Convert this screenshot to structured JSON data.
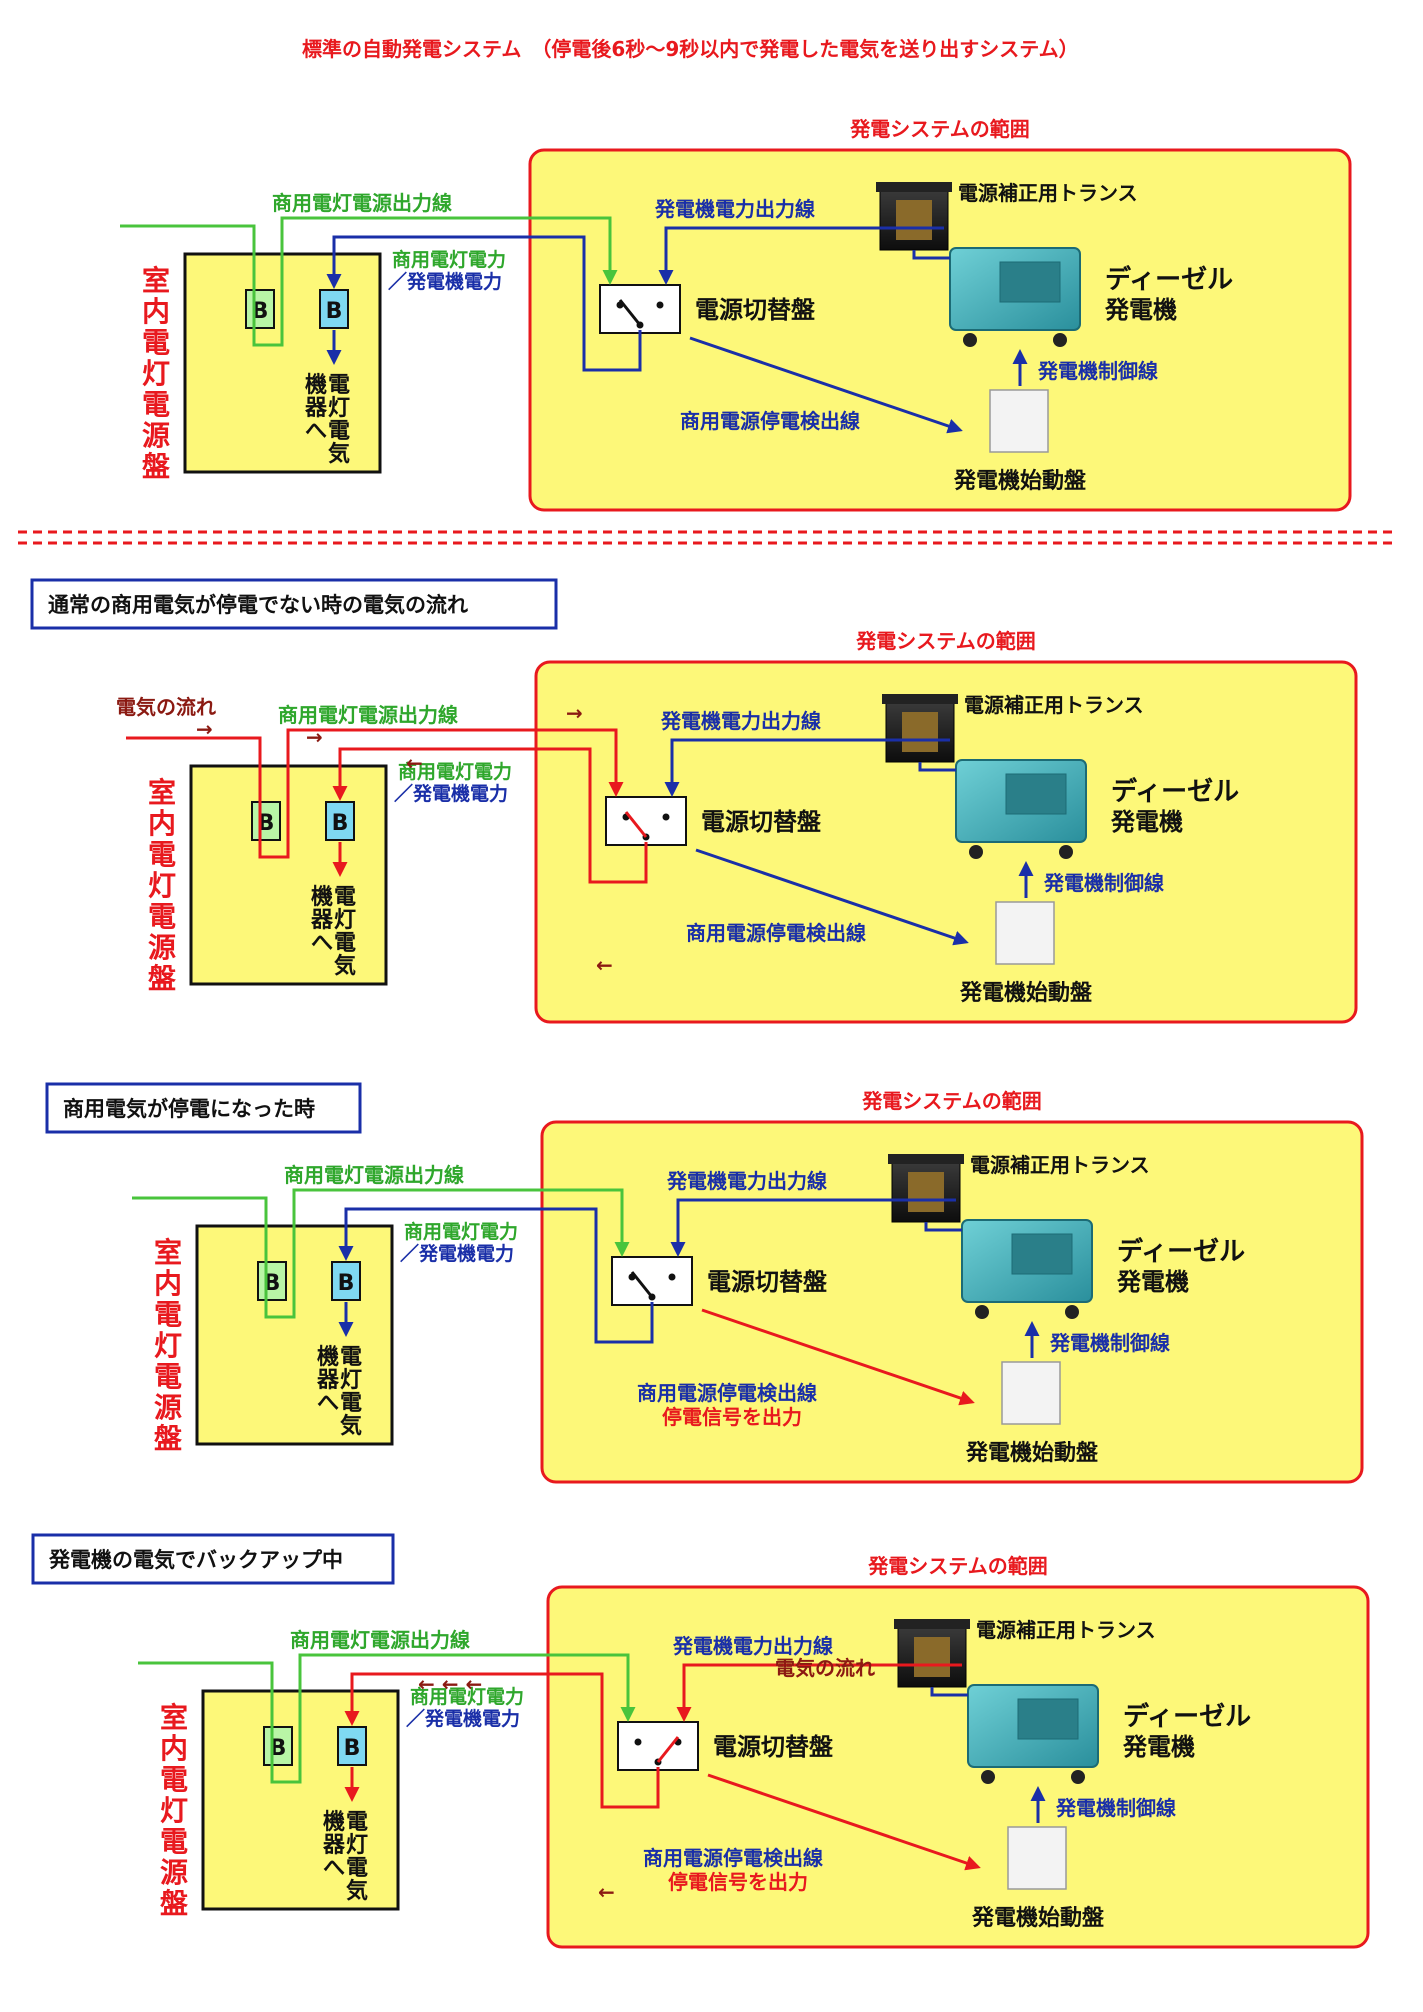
{
  "page_title": "標準の自動発電システム　（停電後6秒～9秒以内で発電した電気を送り出すシステム）",
  "divider_color": "#e8191e",
  "colors": {
    "system_area_fill": "#fdf879",
    "system_area_border": "#e8191e",
    "commercial_line": "#49c43c",
    "generator_line": "#1a2fa8",
    "flow_line": "#e8191e",
    "breaker_green": "#b9f5a6",
    "breaker_blue": "#7fd9f2",
    "generator_body": "#3fb1bb"
  },
  "common": {
    "system_area": "発電システムの範囲",
    "panel_label": "室内電灯電源盤",
    "breaker": "B",
    "to_equipment_col1": "機器へ",
    "to_equipment_col2": "電灯電気",
    "commercial_line": "商用電灯電源出力線",
    "panel_power_line1": "商用電灯電力",
    "panel_power_line2": "／発電機電力",
    "gen_output_line": "発電機電力出力線",
    "transformer": "電源補正用トランス",
    "diesel_line1": "ディーゼル",
    "diesel_line2": "発電機",
    "switch_panel": "電源切替盤",
    "control_line": "発電機制御線",
    "outage_detect_line": "商用電源停電検出線",
    "starter_panel": "発電機始動盤",
    "flow_label": "電気の流れ",
    "outage_signal": "停電信号を出力",
    "arrow_right": "→",
    "arrow_left": "←",
    "arrow_up": "↑",
    "arrow_down": "↓"
  },
  "sections": [
    {
      "heading": ""
    },
    {
      "heading": "通常の商用電気が停電でない時の電気の流れ"
    },
    {
      "heading": "商用電気が停電になった時"
    },
    {
      "heading": "発電機の電気でバックアップ中"
    }
  ]
}
